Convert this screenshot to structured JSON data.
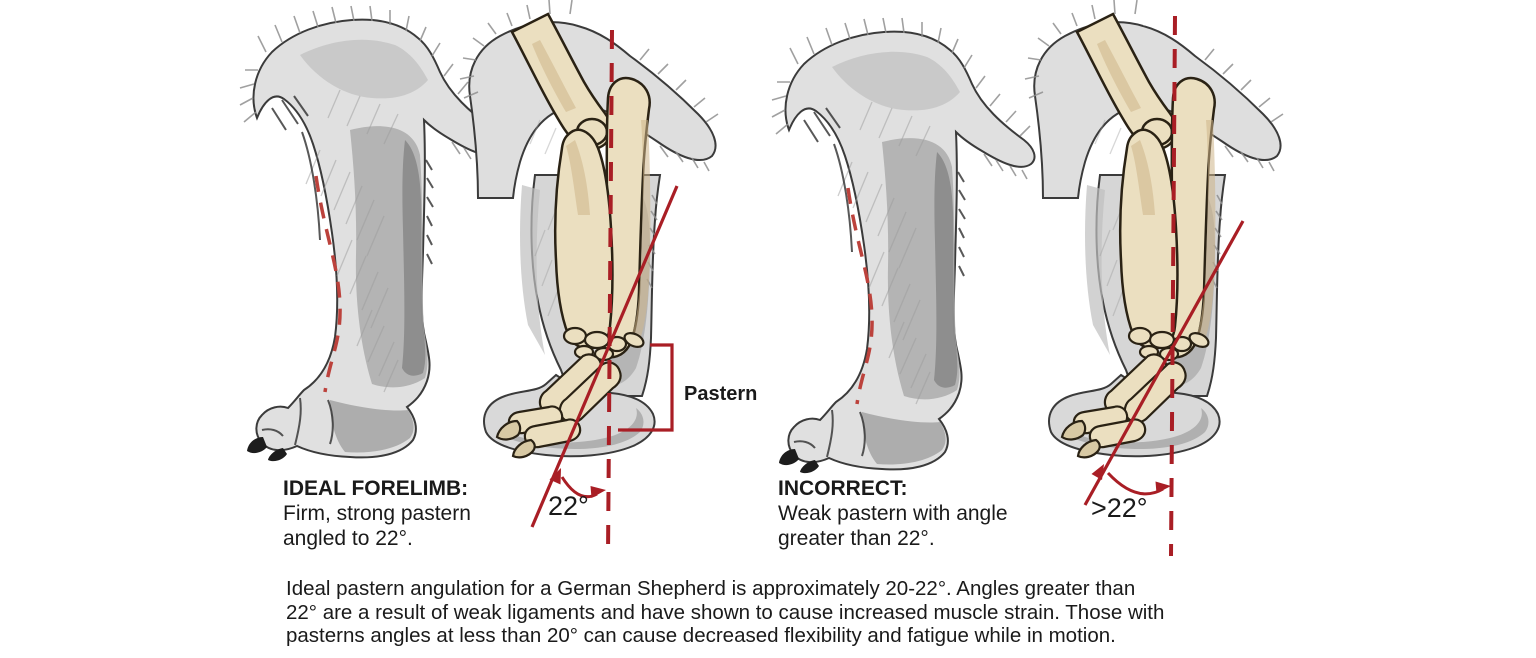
{
  "figure": {
    "type": "anatomical-comparison-diagram",
    "subject": "German Shepherd forelimb pastern angulation",
    "panels": [
      {
        "id": "ideal",
        "title": "IDEAL FORELIMB:",
        "description_line1": "Firm, strong pastern",
        "description_line2": "angled to 22°.",
        "angle_label": "22°",
        "angle_value_deg": 22
      },
      {
        "id": "incorrect",
        "title": "INCORRECT:",
        "description_line1": "Weak pastern with angle",
        "description_line2": "greater than 22°.",
        "angle_label": ">22°",
        "angle_value_deg": ">22"
      }
    ],
    "pastern_label": "Pastern",
    "caption": {
      "line1": "Ideal pastern angulation for a German Shepherd is approximately 20-22°. Angles greater than",
      "line2": "22° are a result of weak ligaments and have shown to cause increased muscle strain. Those with",
      "line3": "pasterns angles at less than 20° can cause decreased flexibility and fatigue while in motion."
    },
    "colors": {
      "annotation_red": "#A91E25",
      "sketch_dash_red": "#BC423C",
      "bone_fill": "#EBDFC0",
      "bone_shade": "#CDB489",
      "bone_outline": "#2A2214",
      "fur_light": "#E0E0E0",
      "fur_shade": "#A9A9A9",
      "fur_outline": "#3B3B3B",
      "text_color": "#1A1A1A",
      "background": "#FFFFFF"
    }
  }
}
